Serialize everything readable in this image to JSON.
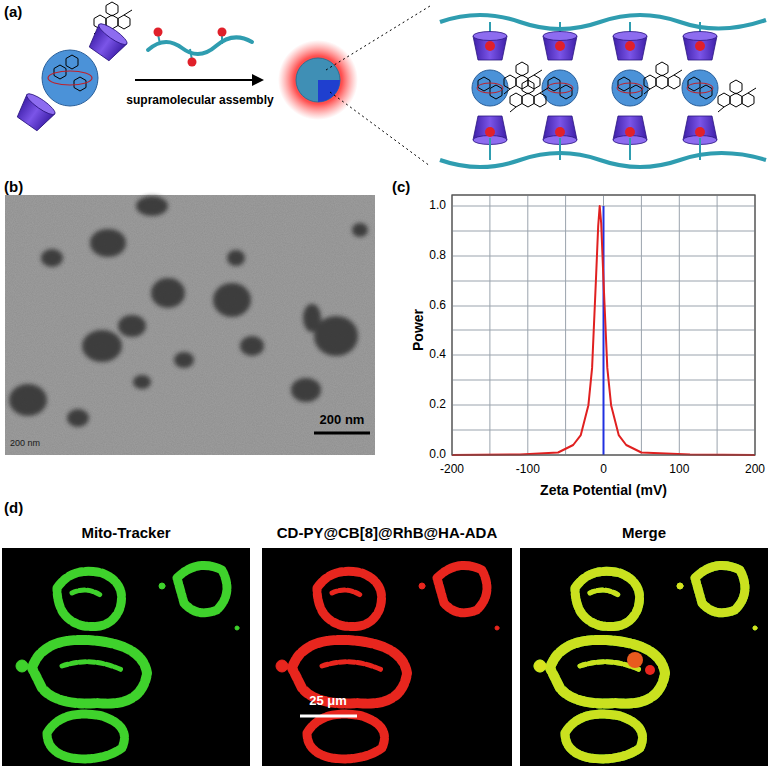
{
  "diagram": {
    "labels": [
      "(a)",
      "supramolecular assembly",
      "(b)",
      "200 nm",
      "200 nm",
      "(c)",
      "1.0",
      "0.8",
      "0.6",
      "0.4",
      "0.2",
      "0.0",
      "-200",
      "-100",
      "0",
      "100",
      "200",
      "Power",
      "Zeta Potential (mV)",
      "(d)",
      "Mito-Tracker",
      "CD-PY@CB[8]@RhB@HA-ADA",
      "Merge",
      "25 μm"
    ]
  }
}
